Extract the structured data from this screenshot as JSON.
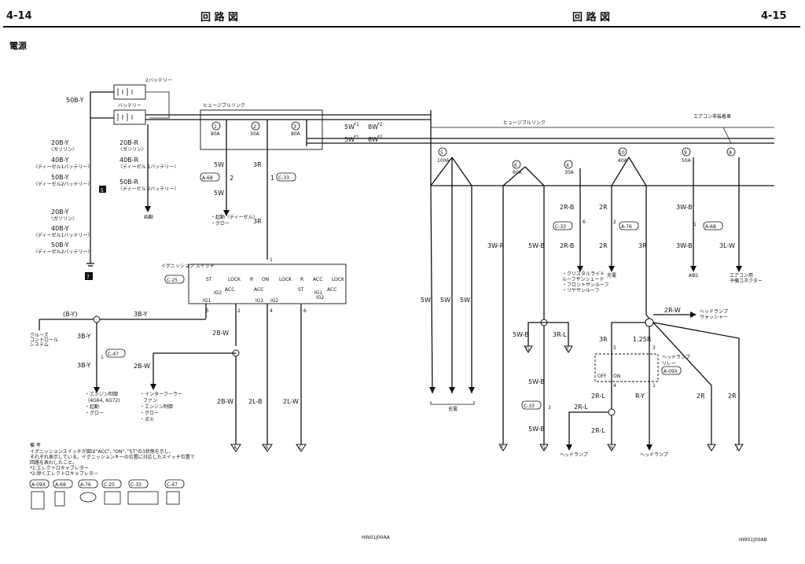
{
  "header": {
    "page_left": "4-14",
    "page_right": "4-15",
    "title_left": "回 路 図",
    "title_right": "回 路 図"
  },
  "section_title": "電源",
  "battery": {
    "battery_label": "バッテリー",
    "battery2_label": "2バッテリー",
    "wire_main": "50B-Y",
    "wire_notes": [
      "20B-Y",
      "〈ガソリン〉",
      "40B-Y",
      "〈ディーゼル1バッテリー〉",
      "50B-Y",
      "〈ディーゼル2バッテリー〉"
    ],
    "wire_notes_2": [
      "20B-R",
      "〈ガソリン〉",
      "40B-R",
      "〈ディーゼル 1バッテリー〉",
      "50B-R",
      "〈ディーゼル 2バッテリー〉"
    ],
    "wire_notes_3": [
      "20B-Y",
      "〈ガソリン〉",
      "40B-Y",
      "〈ディーゼル1バッテリー〉",
      "50B-Y",
      "〈ディーゼル2バッテリー〉"
    ],
    "ground_ref_5": "5",
    "ground_ref_7": "7",
    "to_starter": "始動"
  },
  "fusible_link_left": {
    "label": "ヒュージブルリンク",
    "fuses": [
      {
        "no": "1",
        "amp": "80A"
      },
      {
        "no": "2",
        "amp": "30A"
      },
      {
        "no": "3",
        "amp": "80A"
      }
    ],
    "out_wires": [
      {
        "wire": "5W",
        "note": "*1",
        "alt": "8W",
        "alt_note": "*2"
      },
      {
        "wire": "5W",
        "note": "*1",
        "alt": "8W",
        "alt_note": "*2"
      }
    ],
    "fuse1_wire": "5W",
    "fuse1_conn": "A-68",
    "fuse1_pin": "2",
    "fuse1_wire2": "5W",
    "fuse1_dest": [
      "・起動〈ディーゼル〉",
      "・グロー"
    ],
    "fuse2_wire": "3R",
    "fuse2_conn": "C-33",
    "fuse2_pin": "1",
    "fuse2_wire2": "3R"
  },
  "ignition_switch": {
    "label": "イグニッション スイッチ",
    "conn": "C-25",
    "pin_in": "1",
    "positions": [
      "ST",
      "LOCK",
      "R",
      "ON",
      "LOCK",
      "R",
      "ACC",
      "LOCK"
    ],
    "terminals": [
      "ACC",
      "IG1",
      "IG2",
      "ACC",
      "IG1",
      "IG2",
      "ST",
      "IG1",
      "IG2",
      "ACC"
    ],
    "pins": [
      "5",
      "2",
      "4",
      "6"
    ]
  },
  "left_bottom": {
    "wire_by": "(B-Y)",
    "wire_3by": "3B-Y",
    "cruise": [
      "クルーズ",
      "コントロール",
      "システム"
    ],
    "conn_c47": "C-47",
    "pin_1": "1",
    "wire_3by_2": "3B-Y",
    "wire_3by_3": "3B-Y",
    "engine_dest": [
      "・エンジン制御",
      "(4G64, 6G72)",
      "・起動",
      "・グロー"
    ],
    "wire_2bw": "2B-W",
    "wire_2bw_2": "2B-W",
    "wire_2bw_3": "2B-W",
    "wire_2lb": "2L-B",
    "wire_2lw": "2L-W",
    "intercooler_dest": [
      "・インタークーラー",
      "ファン",
      "・エンジン制御",
      "・グロー",
      "・点火"
    ],
    "arrows": [
      "A",
      "B",
      "C"
    ]
  },
  "notes": {
    "title": "備 考",
    "lines": [
      "イグニッションスイッチが図は\"ACC\", \"ON\", \"ST\"の3状態を示し、",
      "それぞれ表示している。イグニッションキーの位置に対応したスイッチ位置で",
      "回路を表わしたこと。",
      "*1:エレクトロキャブレター",
      "*2:除くエレクトロキャブレター"
    ],
    "connectors": [
      "A-09X",
      "A-68",
      "A-76",
      "C-25",
      "C-33",
      "C-47"
    ],
    "code_left": "HW01J00AA"
  },
  "right": {
    "fusible_label": "ヒュージブルリンク",
    "aircon_label": "エアコン非装着車",
    "fuses": [
      {
        "no": "5",
        "amp": "100A"
      },
      {
        "no": "6",
        "amp": "60A"
      },
      {
        "no": "4",
        "amp": "30A"
      },
      {
        "no": "10",
        "amp": "40A"
      },
      {
        "no": "9",
        "amp": "50A"
      },
      {
        "no": "8",
        "amp": ""
      }
    ],
    "wires_top": [
      "2R-B",
      "2R",
      "3W-B"
    ],
    "conn_c33": "C-33",
    "pin_6": "6",
    "conn_a76": "A-76",
    "pin_2": "2",
    "conn_a68": "A-68",
    "pin_1": "1",
    "wires_mid": [
      "3W-R",
      "5W-B",
      "2R-B",
      "2R",
      "3R",
      "3W-B",
      "3L-W"
    ],
    "dest_clock": [
      "・クリスタルライト",
      "ルーフサンシェード",
      "・フロントサンルーフ",
      "・リヤサンルーフ"
    ],
    "dest_charge": "充電",
    "dest_abs": "ABS",
    "dest_aircon": [
      "エアコン用",
      "予備コネクター"
    ],
    "wires_5w": [
      "5W",
      "5W",
      "5W"
    ],
    "wire_5wb": "5W-B",
    "wire_3rl": "3R-L",
    "wire_2rw": "2R-W",
    "headlamp_washer": [
      "ヘッドランプ",
      "ウォッシャー"
    ],
    "relay_label": [
      "ヘッドランプ",
      "リレー"
    ],
    "relay_conn": "A-09X",
    "relay_pins": [
      "5",
      "3",
      "4",
      "1"
    ],
    "relay_off": "OFF",
    "relay_on": "ON",
    "wire_3r": "3R",
    "wire_125r": "1.25R",
    "wire_5wb2": "5W-B",
    "wire_5wb3": "5W-B",
    "conn_c33_2": "C-33",
    "pin_3": "3",
    "wire_2rl": "2R-L",
    "wire_2rl2": "2R-L",
    "wire_2rl3": "2R-L",
    "wire_ry": "R-Y",
    "wire_2r": "2R",
    "wire_2r2": "2R",
    "dest_charge2": "充電",
    "dest_headlamp": "ヘッドランプ",
    "dest_headlamp2": "ヘッドランプ",
    "arrows": [
      "D",
      "E",
      "F",
      "G",
      "H",
      "I",
      "J"
    ],
    "code_right": "HW01J00AB"
  }
}
